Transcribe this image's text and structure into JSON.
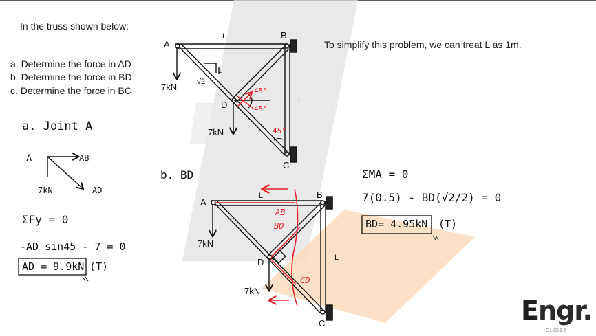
{
  "problem": {
    "intro": "In the truss shown below:",
    "questions": [
      "a.  Determine the force in AD",
      "b.  Determine the force in BD",
      "c.  Determine the force in BC"
    ],
    "note": "To simplify this problem, we can treat L as 1m."
  },
  "diagram1": {
    "label_a": "A",
    "label_b": "B",
    "label_c": "C",
    "label_d": "D",
    "length_top": "L",
    "length_right": "L",
    "load_a": "7kN",
    "load_d": "7kN",
    "slope_run": "√2",
    "slope_rise": "1",
    "angle_1": "45°",
    "angle_2": "45°",
    "angle_3": "45°"
  },
  "solution_a": {
    "heading": "a.  Joint A",
    "fbd_label_a": "A",
    "fbd_label_ab": "AB",
    "fbd_label_load": "7kN",
    "fbd_label_ad": "AD",
    "equation": "ΣFy = 0",
    "step": "-AD sin45 - 7 = 0",
    "result": "AD = 9.9kN",
    "result_type": "(T)"
  },
  "solution_b": {
    "heading": "b. BD",
    "equation": "ΣMA = 0",
    "step": "7(0.5) - BD(√2/2) = 0",
    "result": "BD= 4.95kN",
    "result_type": "(T)"
  },
  "diagram2": {
    "label_a": "A",
    "label_b": "B",
    "label_c": "C",
    "label_d": "D",
    "length_top": "L",
    "length_right": "L",
    "load_a": "7kN",
    "load_d": "7kN",
    "cut_ab": "AB",
    "cut_bd": "BD",
    "cut_cd": "CD"
  },
  "logo": {
    "text_e": "E",
    "text_rest": "ngr.",
    "sub": "CLIDEZ"
  },
  "colors": {
    "annotation": "#e8202a",
    "watermark_gray": "#d9d9d9",
    "watermark_orange": "#fbd7b8"
  }
}
